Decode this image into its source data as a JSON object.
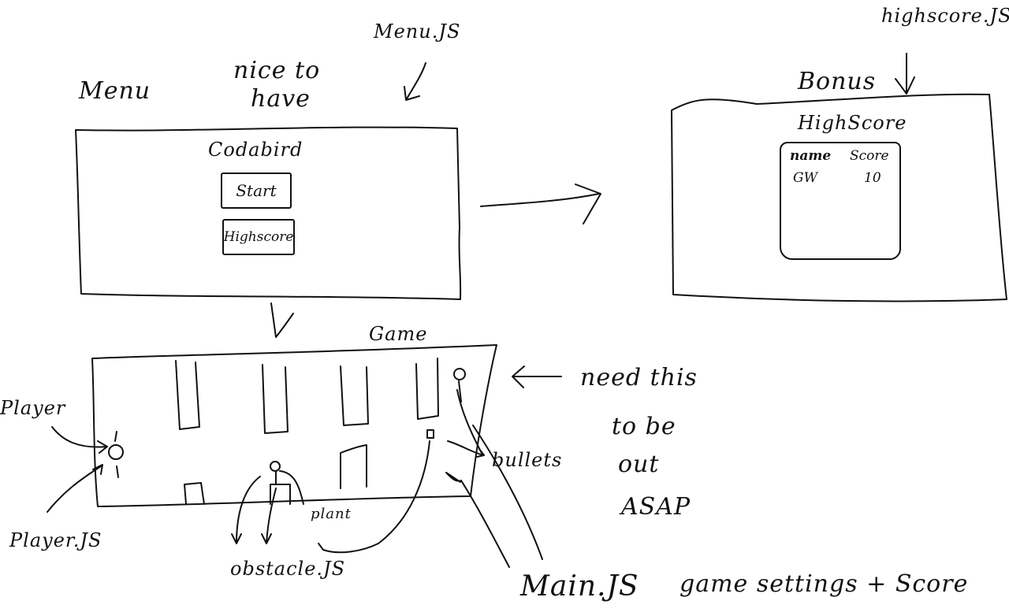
{
  "labels": {
    "menu_title": "Menu",
    "nice_to_have": [
      "nice to",
      "have"
    ],
    "menu_js": "Menu.JS",
    "bonus": "Bonus",
    "highscore_js": "highscore.JS",
    "game": "Game",
    "player": "Player",
    "player_js": "Player.JS",
    "obstacle_js": "obstacle.JS",
    "plant": "plant",
    "bullets": "bullets",
    "need_this": [
      "need this",
      "to be",
      "out",
      "ASAP"
    ],
    "main_js": "Main.JS",
    "game_settings": "game settings + Score"
  },
  "menu_screen": {
    "title": "Codabird",
    "buttons": [
      "Start",
      "Highscore"
    ]
  },
  "highscore_screen": {
    "title": "HighScore",
    "columns": [
      "name",
      "Score"
    ],
    "rows": [
      [
        "GW",
        "10"
      ]
    ]
  }
}
